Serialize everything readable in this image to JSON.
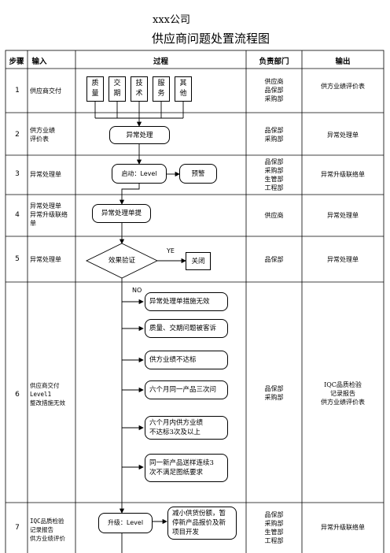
{
  "title_company": "xxx公司",
  "title_main": "供应商问题处置流程图",
  "headers": {
    "step": "步骤",
    "input": "输入",
    "process": "过程",
    "dept": "负责部门",
    "output": "输出"
  },
  "rows": [
    {
      "step": "1",
      "input": "供应商交付",
      "dept": "供应商\n品保部\n采购部",
      "output": "供方业绩评价表"
    },
    {
      "step": "2",
      "input": "供方业绩\n评价表",
      "dept": "品保部\n采购部",
      "output": "异常处理单"
    },
    {
      "step": "3",
      "input": "异常处理单",
      "dept": "品保部\n采购部\n生管部\n工程部",
      "output": "异常升级联络单"
    },
    {
      "step": "4",
      "input": "异常处理单\n异常升级联络\n单",
      "dept": "供应商",
      "output": "异常处理单"
    },
    {
      "step": "5",
      "input": "异常处理单",
      "dept": "品保部",
      "output": "异常处理单"
    },
    {
      "step": "6",
      "input": "供应商交付\nLevel1\n整改措施无效",
      "dept": "品保部\n采购部",
      "output": "IQC品质检验\n记录报告\n供方业绩评价表"
    },
    {
      "step": "7",
      "input": "IQC品质检验\n记录报告\n供方业绩评价",
      "dept": "品保部\n采购部\n生管部\n工程部",
      "output": "异常升级联络单"
    }
  ],
  "categories": [
    "质\n量",
    "交\n期",
    "技\n术",
    "服\n务",
    "其\n他"
  ],
  "process": {
    "exception": "异常处理",
    "start_level": "启动：Level",
    "warning": "预警",
    "submit": "异常处理单提",
    "verify": "效果验证",
    "close": "关闭",
    "yes": "YE",
    "no": "NO",
    "triggers": [
      "异常处理单措施无效",
      "质量、交期问题被客诉",
      "供方业绩不达标",
      "六个月同一产品三次问",
      "六个月内供方业绩\n不达标3次及以上",
      "同一新产品送样连续3\n次不满足图纸要求"
    ],
    "upgrade": "升级：Level",
    "upgrade_action": "减小供货份额，暂\n停新产品报价及新\n项目开发"
  }
}
